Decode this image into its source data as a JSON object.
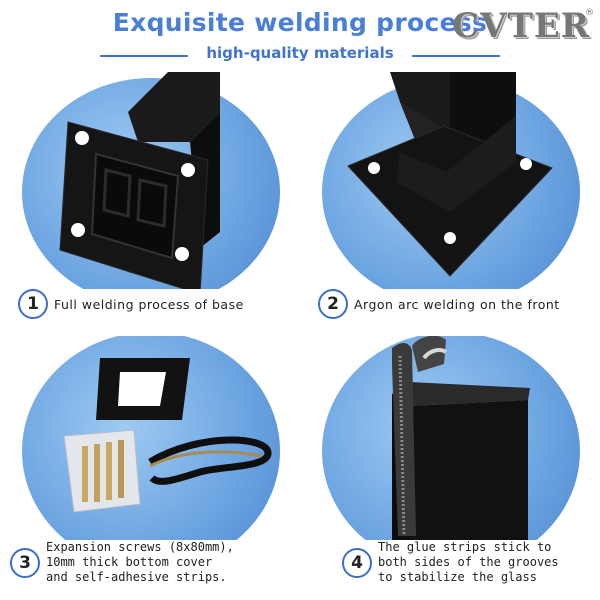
{
  "header": {
    "title": "Exquisite welding process",
    "subtitle": "high-quality materials",
    "brand": "CVTER",
    "brand_mark": "®"
  },
  "panels": [
    {
      "number": "1",
      "caption": "Full welding process of base"
    },
    {
      "number": "2",
      "caption": "Argon arc welding on the front"
    },
    {
      "number": "3",
      "caption_lines": [
        "Expansion screws (8x80mm),",
        "10mm thick bottom cover",
        "and self-adhesive strips."
      ]
    },
    {
      "number": "4",
      "caption_lines": [
        "The glue strips stick to",
        "both sides of the grooves",
        "to stabilize the glass"
      ]
    }
  ],
  "colors": {
    "title_blue": "#4a7fd6",
    "circle_blue": "#6ea6e2",
    "product_black": "#111111"
  }
}
